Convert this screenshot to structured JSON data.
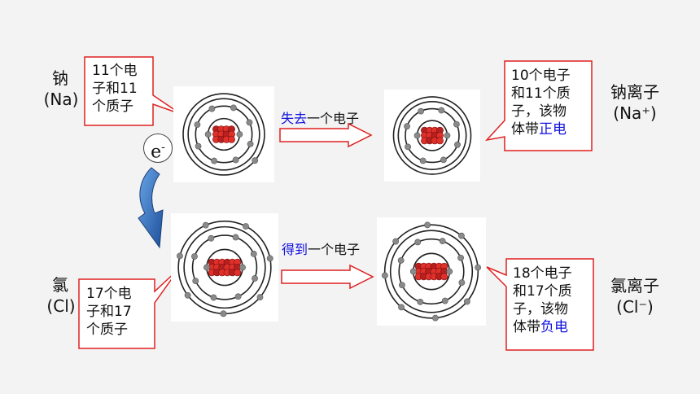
{
  "sodium": {
    "name": "钠",
    "symbol": "(Na)",
    "callout": [
      "11个电",
      "子和11",
      "个质子"
    ]
  },
  "chlorine": {
    "name": "氯",
    "symbol": "(Cl)",
    "callout": [
      "17个电",
      "子和17",
      "个质子"
    ]
  },
  "sodium_ion": {
    "name": "钠离子",
    "symbol": "(Na⁺)",
    "callout_lines": [
      "10个电子",
      "和11个质",
      "子，该物"
    ],
    "callout_last_prefix": "体带",
    "callout_last_highlight": "正电"
  },
  "chloride_ion": {
    "name": "氯离子",
    "symbol": "(Cl⁻)",
    "callout_lines": [
      "18个电子",
      "和17个质",
      "子，该物"
    ],
    "callout_last_prefix": "体带",
    "callout_last_highlight": "负电"
  },
  "electron": {
    "letter": "e",
    "sup": "-"
  },
  "lose_arrow": {
    "verb": "失去",
    "rest": "一个电子"
  },
  "gain_arrow": {
    "verb": "得到",
    "rest": "一个电子"
  },
  "colors": {
    "callout_border": "#e02020",
    "highlight": "#1010e0",
    "nucleus": "#e0302a",
    "electron": "#8a8a8a"
  }
}
